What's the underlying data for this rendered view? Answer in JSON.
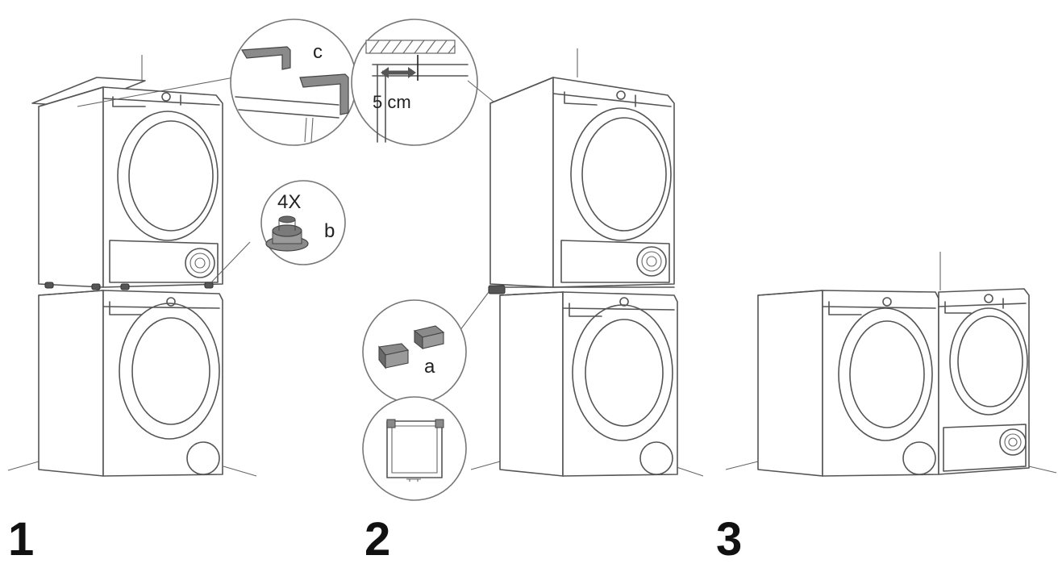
{
  "steps": [
    {
      "number": "1"
    },
    {
      "number": "2"
    },
    {
      "number": "3"
    }
  ],
  "callouts": {
    "bracket_label": "c",
    "distance_label": "5 cm",
    "feet_count": "4X",
    "feet_label": "b",
    "clip_label": "a"
  },
  "colors": {
    "line": "#555555",
    "part_fill": "#8a8a8a",
    "text": "#111111"
  }
}
